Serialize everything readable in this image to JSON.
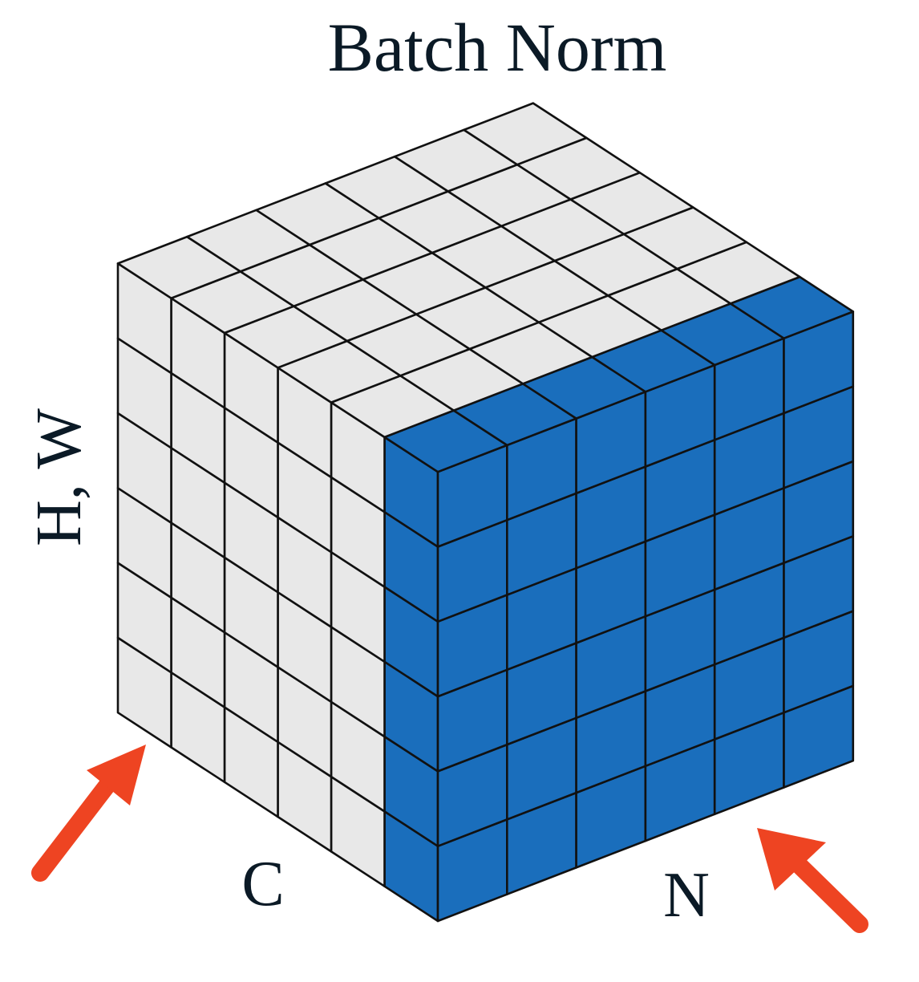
{
  "title": "Batch Norm",
  "labels": {
    "hw": "H, W",
    "c": "C",
    "n": "N"
  },
  "colors": {
    "cell_fill": "#e8e8e8",
    "highlight_fill": "#1a6ebc",
    "edge": "#111111",
    "arrow": "#ee4422",
    "text": "#0b1a26"
  },
  "cube": {
    "grid_c": 6,
    "grid_n": 6,
    "grid_hw": 6,
    "highlighted_c_index": 0,
    "highlight_note": "all N and all H,W for one C"
  },
  "icons": {
    "arrow_left": "arrow-up-right",
    "arrow_right": "arrow-up-left"
  }
}
